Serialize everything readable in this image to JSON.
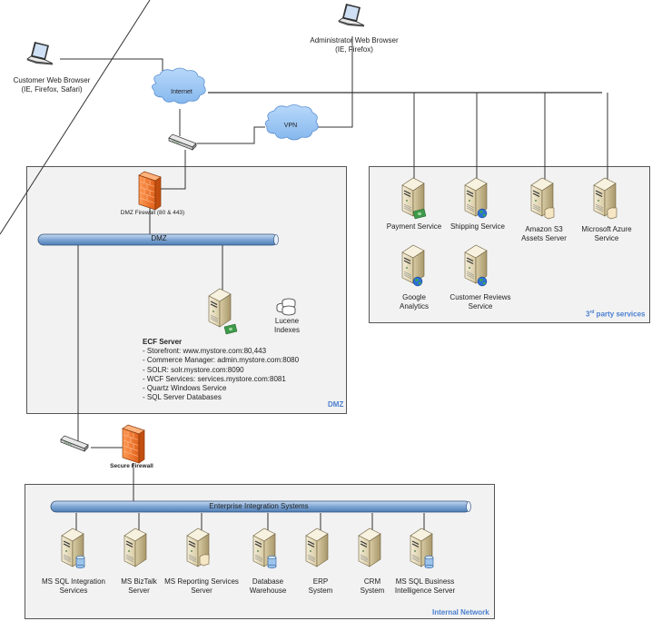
{
  "diagram": {
    "zones": {
      "dmz": {
        "label": "DMZ"
      },
      "third_party": {
        "label_prefix": "3",
        "label_sup": "rd",
        "label_suffix": " party services"
      },
      "internal": {
        "label": "Internal Network"
      }
    },
    "clients": {
      "customer": {
        "line1": "Customer Web Browser",
        "line2": "(IE, Firefox, Safari)"
      },
      "admin": {
        "line1": "Administrator Web Browser",
        "line2": "(IE, Firefox)"
      }
    },
    "clouds": {
      "internet": "Internet",
      "vpn": "VPN"
    },
    "firewalls": {
      "dmz": "DMZ Firewall (80 & 443)",
      "secure": "Secure Firewall"
    },
    "buses": {
      "dmz": "DMZ",
      "enterprise": "Enterprise Integration Systems"
    },
    "ecf_server": {
      "title": "ECF Server",
      "items": [
        "- Storefront: www.mystore.com:80,443",
        "- Commerce Manager: admin.mystore.com:8080",
        "- SOLR: solr.mystore.com:8090",
        "- WCF Services: services.mystore.com:8081",
        "- Quartz Windows Service",
        "- SQL Server Databases"
      ]
    },
    "lucene": {
      "line1": "Lucene",
      "line2": "Indexes"
    },
    "third_party_services": [
      {
        "line1": "Payment Service",
        "line2": "",
        "badge": "money"
      },
      {
        "line1": "Shipping Service",
        "line2": "",
        "badge": "globe"
      },
      {
        "line1": "Amazon S3",
        "line2": "Assets Server",
        "badge": "folder"
      },
      {
        "line1": "Microsoft Azure",
        "line2": "Service",
        "badge": "folder"
      },
      {
        "line1": "Google",
        "line2": "Analytics",
        "badge": "globe"
      },
      {
        "line1": "Customer Reviews",
        "line2": "Service",
        "badge": "globe"
      }
    ],
    "internal_systems": [
      {
        "line1": "MS SQL Integration",
        "line2": "Services",
        "badge": "database"
      },
      {
        "line1": "MS BizTalk",
        "line2": "Server",
        "badge": "none"
      },
      {
        "line1": "MS Reporting Services",
        "line2": "Server",
        "badge": "folder"
      },
      {
        "line1": "Database",
        "line2": "Warehouse",
        "badge": "database"
      },
      {
        "line1": "ERP",
        "line2": "System",
        "badge": "none"
      },
      {
        "line1": "CRM",
        "line2": "System",
        "badge": "none"
      },
      {
        "line1": "MS SQL Business",
        "line2": "Intelligence Server",
        "badge": "database"
      }
    ],
    "colors": {
      "zone_fill": "#f2f2f2",
      "zone_border": "#555555",
      "zone_label": "#4a7fd0",
      "cloud_fill": "#9cc8f5",
      "bus_fill": "#7ea6d4",
      "firewall": "#f07a30",
      "server_body": "#e6dcc0"
    }
  }
}
